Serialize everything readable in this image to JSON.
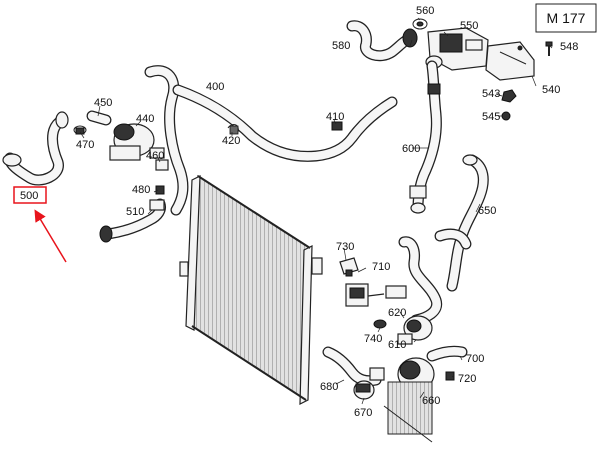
{
  "model_label": "M 177",
  "highlight_color": "#e8141c",
  "labels": {
    "p560": "560",
    "p550": "550",
    "p580": "580",
    "p548": "548",
    "p540": "540",
    "p543": "543",
    "p545": "545",
    "p400": "400",
    "p450": "450",
    "p440": "440",
    "p470": "470",
    "p410": "410",
    "p420": "420",
    "p460": "460",
    "p600": "600",
    "p480": "480",
    "p500": "500",
    "p510": "510",
    "p650": "650",
    "p730": "730",
    "p710": "710",
    "p620": "620",
    "p740": "740",
    "p610": "610",
    "p700": "700",
    "p720": "720",
    "p680": "680",
    "p670": "670",
    "p660": "660"
  }
}
